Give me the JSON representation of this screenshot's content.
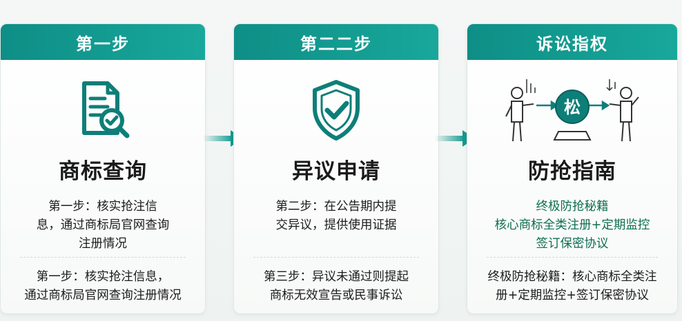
{
  "steps": [
    {
      "header": "第一步",
      "icon": "document-search-icon",
      "title": "商标查询",
      "desc_lines": [
        "第一步：核实抢注信",
        "息，通过商标局官网查询",
        "注册情况"
      ],
      "summary_lines": [
        "第一步：核实抢注信息，",
        "通过商标局官网查询注册情况"
      ]
    },
    {
      "header": "第二二步",
      "icon": "shield-check-icon",
      "title": "异议申请",
      "desc_lines": [
        "第二步：在公告期内提",
        "交异议，提供使用证据"
      ],
      "summary_lines": [
        "第三步：异议未通过则提起",
        "商标无效宣告或民事诉讼"
      ]
    },
    {
      "header": "诉讼指权",
      "icon": "litigation-icon",
      "icon_text": "松",
      "title": "防抢指南",
      "desc_lines": [
        "终极防抢秘籍",
        "核心商标全类注册+定期监控",
        "签订保密协议"
      ],
      "summary_lines": [
        "终极防抢秘籍：核心商标全类注",
        "册+定期监控+签订保密协议"
      ]
    }
  ],
  "colors": {
    "accent": "#11998e",
    "dark_green": "#0e6e52",
    "icon_stroke": "#0d7f78"
  }
}
